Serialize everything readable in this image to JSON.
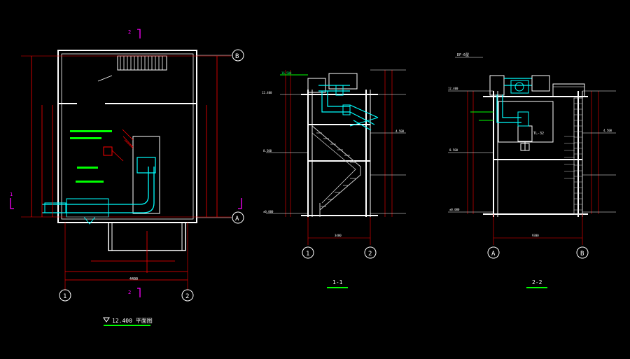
{
  "plan": {
    "title": "12.400 平面图",
    "axis_a": "A",
    "axis_b": "B",
    "axis_1": "1",
    "axis_2": "2",
    "section_mark_top": "2",
    "section_mark_bottom": "2",
    "section_mark_left": "1",
    "dim_bottom": "4400"
  },
  "section_1": {
    "title": "1-1",
    "axis_1": "1",
    "axis_2": "2",
    "dim_bottom": "3400",
    "elev_top": "16.500",
    "elev_roof": "12.400",
    "elev_mid": "8.500",
    "elev_low": "4.500",
    "elev_ground": "±0.000"
  },
  "section_2": {
    "title": "2-2",
    "axis_a": "A",
    "axis_b": "B",
    "dim_bottom": "9300",
    "tag_top": "DF-6型",
    "tag_equipment": "TL-32",
    "elev_roof": "12.400",
    "elev_mid": "8.500",
    "elev_low": "4.500",
    "elev_ground": "±0.000"
  },
  "colors": {
    "background": "#000000",
    "structure": "#ffffff",
    "dimension": "#ff0000",
    "duct": "#00ffff",
    "annotation": "#00ff00",
    "section_mark": "#ff00ff",
    "stair": "#cccccc"
  }
}
